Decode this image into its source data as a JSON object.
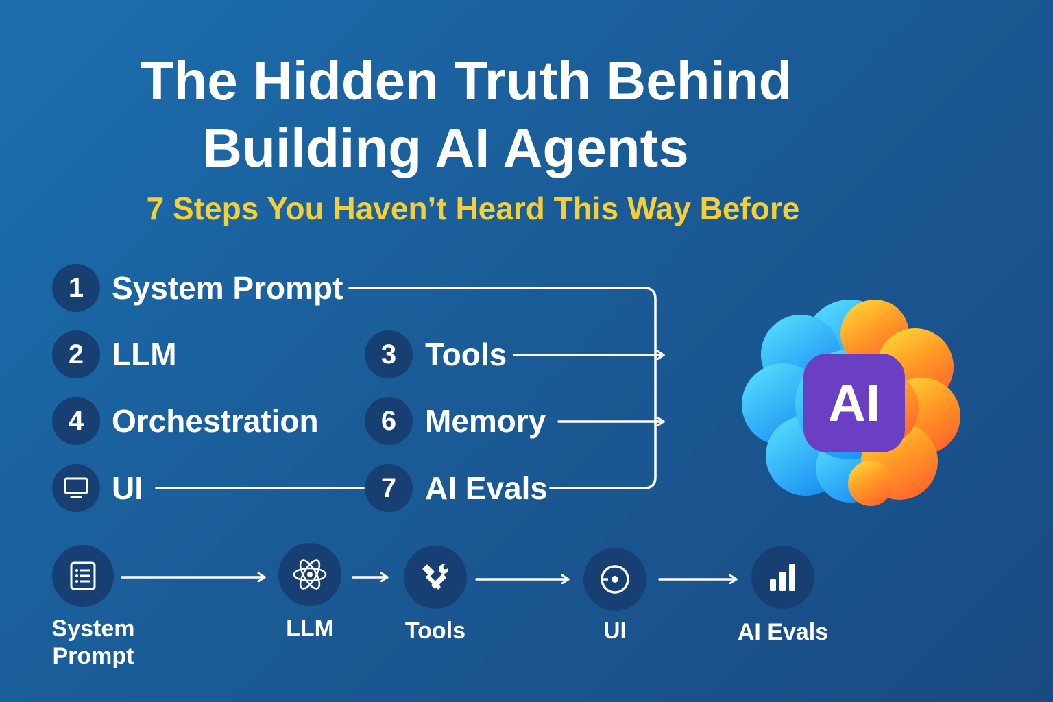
{
  "header": {
    "title_line1": "The Hidden Truth Behind",
    "title_line2": "Building AI Agents",
    "subtitle": "7 Steps You Haven’t Heard This Way Before"
  },
  "steps": {
    "system_prompt": {
      "number": "1",
      "label": "System Prompt"
    },
    "llm": {
      "number": "2",
      "label": "LLM"
    },
    "tools": {
      "number": "3",
      "label": "Tools"
    },
    "orchestration": {
      "number": "4",
      "label": "Orchestration"
    },
    "memory": {
      "number": "6",
      "label": "Memory"
    },
    "ui": {
      "icon": "monitor-icon",
      "label": "UI"
    },
    "ai_evals": {
      "number": "7",
      "label": "AI Evals"
    }
  },
  "bottom_flow": [
    {
      "label": "System Prompt",
      "icon": "document-list-icon"
    },
    {
      "label": "LLM",
      "icon": "atom-icon"
    },
    {
      "label": "Tools",
      "icon": "hammer-wrench-icon"
    },
    {
      "label": "UI",
      "icon": "target-circle-icon"
    },
    {
      "label": "AI Evals",
      "icon": "bar-chart-icon"
    }
  ],
  "logo": {
    "text": "AI",
    "icon": "ai-brain-cloud-icon"
  },
  "colors": {
    "accent_yellow": "#f6ce35",
    "badge_bg": "#173f72",
    "logo_purple": "#6a3fc4",
    "logo_cyan": "#3ec7ff",
    "logo_orange": "#ff8a1f"
  }
}
